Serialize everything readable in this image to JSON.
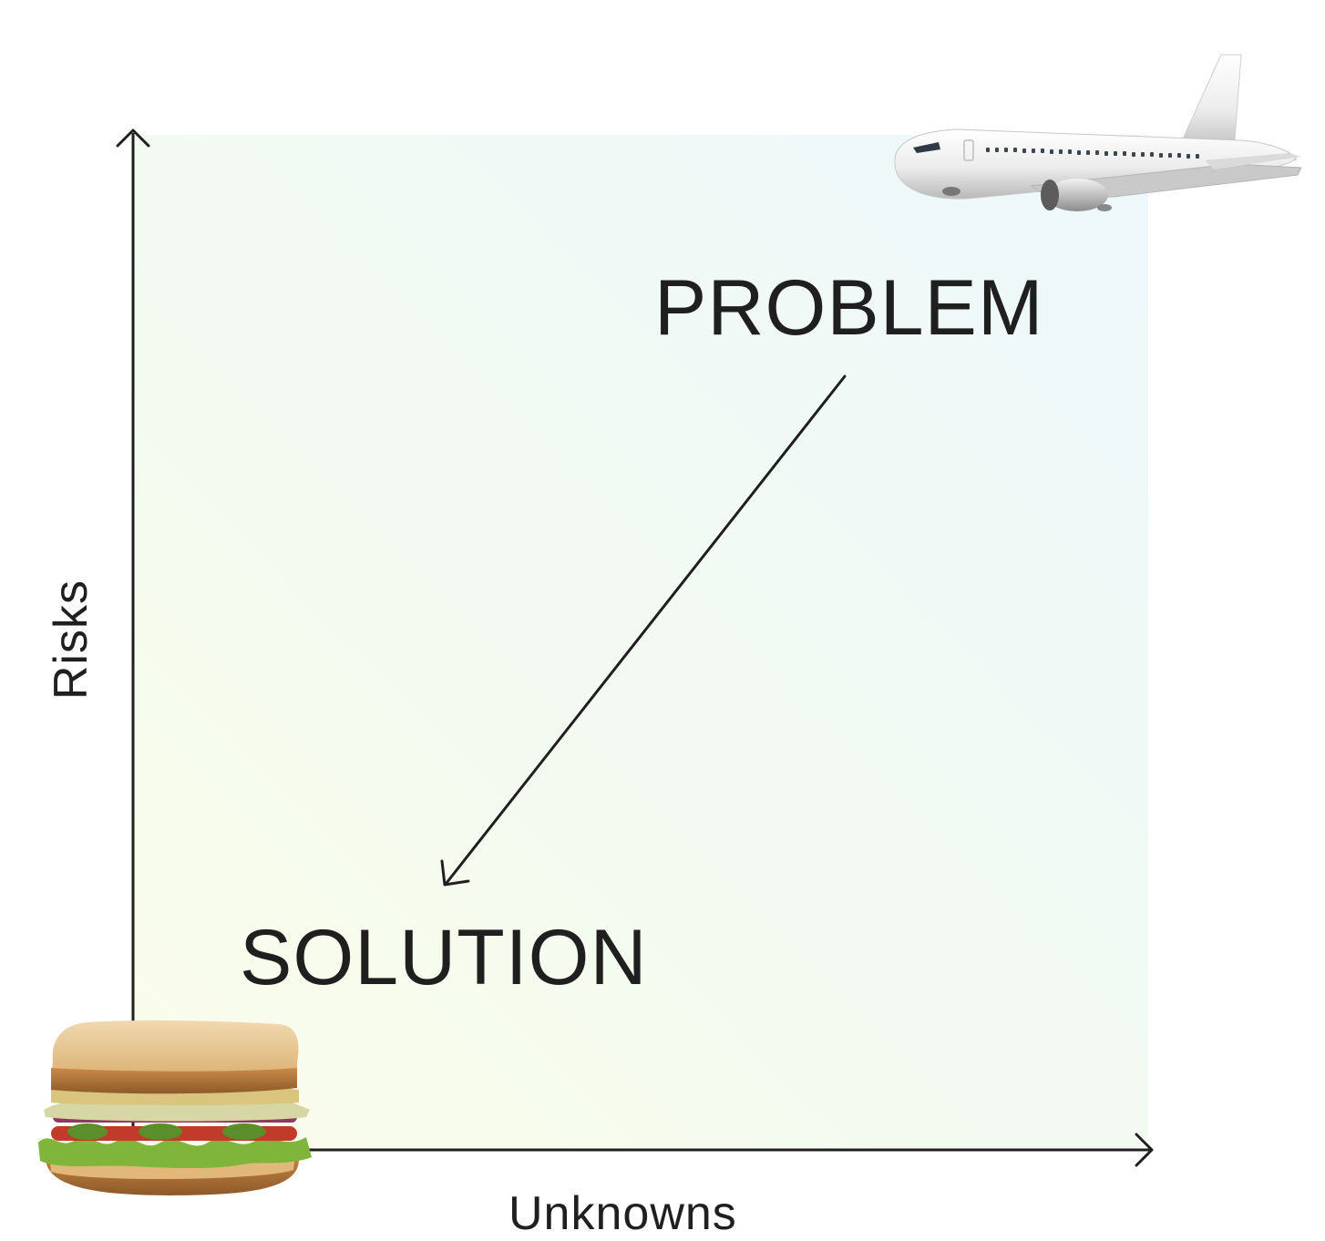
{
  "diagram": {
    "problem_label": "PROBLEM",
    "solution_label": "SOLUTION",
    "x_axis_label": "Unknowns",
    "y_axis_label": "Risks",
    "colors": {
      "text": "#1f1f1f",
      "axis": "#1f1f1f",
      "background_start": "#fbfdea",
      "background_end": "#eef8fb"
    },
    "images": {
      "top_right": "airplane",
      "bottom_left": "sandwich"
    }
  }
}
